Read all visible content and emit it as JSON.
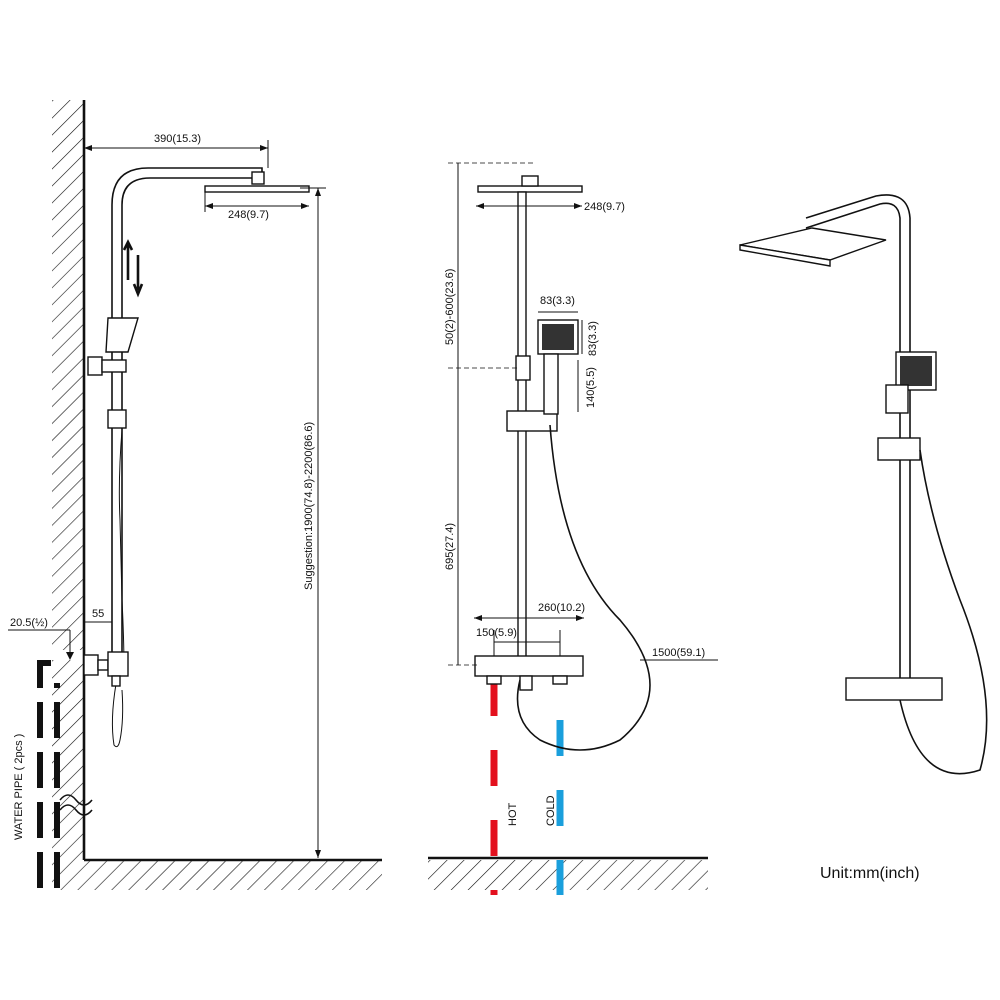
{
  "side_view": {
    "arm_reach": "390(15.3)",
    "head_width": "248(9.7)",
    "wall_offset": "55",
    "pipe_offset": "20.5(½)",
    "suggested_height": "Suggestion:1900(74.8)-2200(86.6)",
    "water_pipe": "WATER PIPE ( 2pcs )"
  },
  "front_view": {
    "head_width": "248(9.7)",
    "rail_adjust": "50(2)-600(23.6)",
    "hand_head_width": "83(3.3)",
    "hand_head_height": "83(3.3)",
    "holder_height": "140(5.5)",
    "mixer_height": "695(27.4)",
    "mixer_width": "260(10.2)",
    "inlet_spacing": "150(5.9)",
    "hose_length": "1500(59.1)",
    "hot_label": "HOT",
    "cold_label": "COLD"
  },
  "unit_note": "Unit:mm(inch)",
  "colors": {
    "hot": "#e3101e",
    "cold": "#1a9fdc",
    "line": "#111111"
  }
}
